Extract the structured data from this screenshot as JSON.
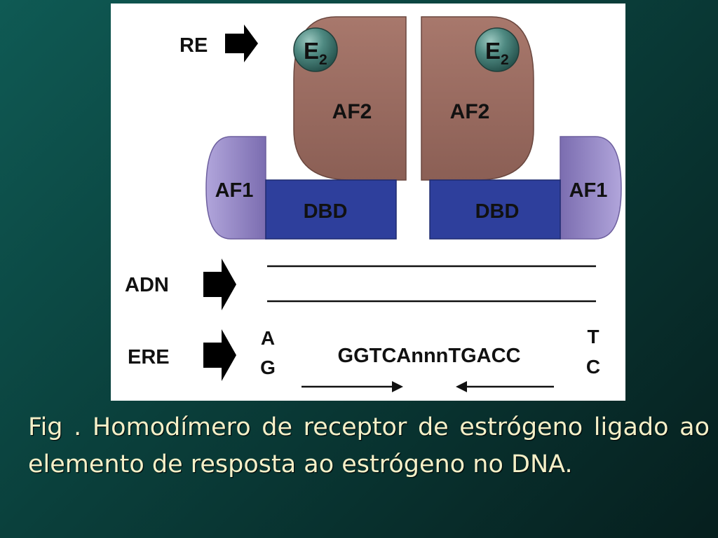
{
  "diagram": {
    "labels": {
      "re": "RE",
      "adn": "ADN",
      "ere": "ERE"
    },
    "ligand": {
      "base": "E",
      "subscript": "2"
    },
    "domains": {
      "af2": "AF2",
      "af1": "AF1",
      "dbd": "DBD"
    },
    "sequence": {
      "left_top": "A",
      "left_bottom": "G",
      "core": "GGTCAnnnTGACC",
      "right_top": "T",
      "right_bottom": "C"
    },
    "colors": {
      "af2": "#9a6d63",
      "af1": "#8d7fbf",
      "dbd": "#2e3f9c",
      "ligand": "#3f7a72",
      "arrow": "#000000",
      "dna_line": "#111111"
    }
  },
  "caption": "Fig . Homodímero de receptor de estrógeno ligado ao elemento de resposta ao estrógeno no DNA."
}
